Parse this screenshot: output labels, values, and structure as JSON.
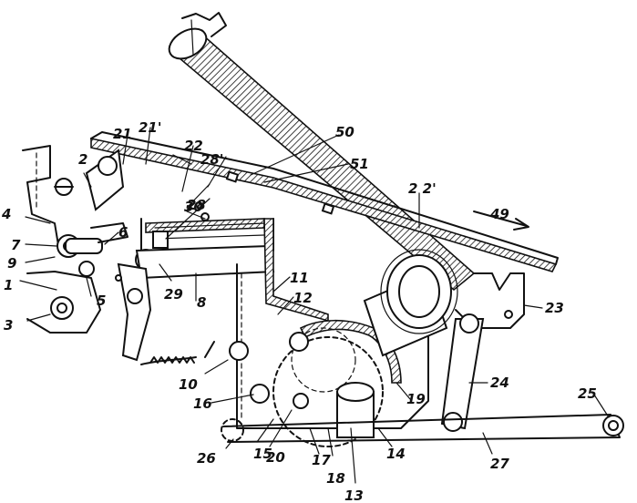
{
  "figure": {
    "labels": {
      "l1": "1",
      "l2": "2",
      "l3": "3",
      "l4": "4",
      "l5": "5",
      "l6": "6",
      "l7": "7",
      "l8": "8",
      "l9": "9",
      "l10": "10",
      "l11": "11",
      "l12": "12",
      "l13": "13",
      "l14": "14",
      "l15": "15",
      "l16": "16",
      "l17": "17",
      "l18": "18",
      "l19": "19",
      "l20": "20",
      "l21": "21",
      "l21p": "21'",
      "l22": "22",
      "l22p": "2 2'",
      "l23": "23",
      "l24": "24",
      "l25": "25",
      "l26": "26",
      "l27": "27",
      "l28": "28",
      "l28p": "28'",
      "l29": "29",
      "l30": "30",
      "l49": "49",
      "l50": "50",
      "l51": "51"
    },
    "colors": {
      "ink": "#111111",
      "paper": "#ffffff"
    }
  }
}
